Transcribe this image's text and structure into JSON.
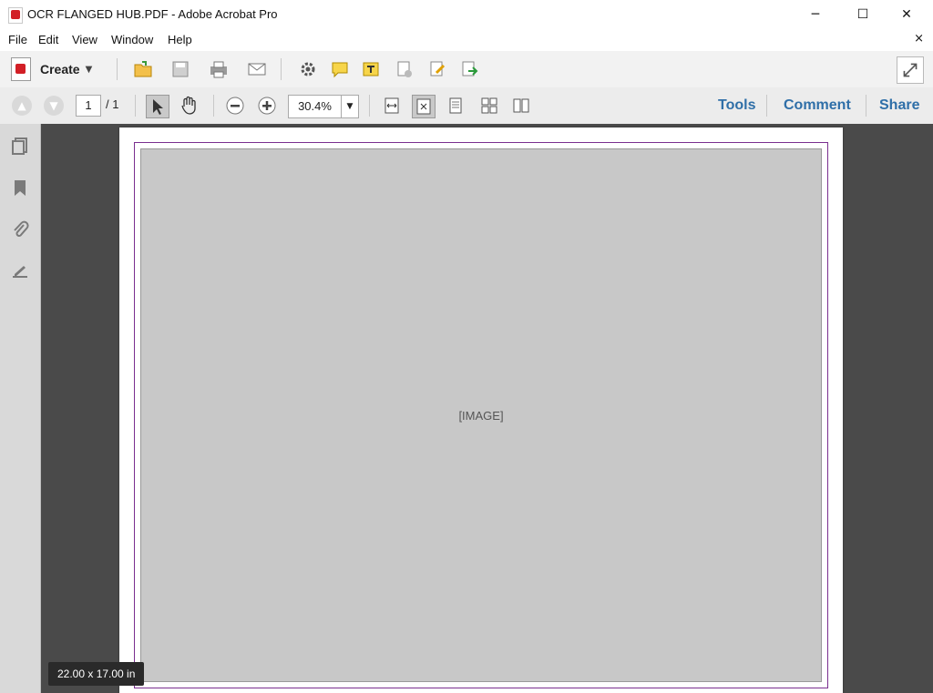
{
  "window": {
    "title": "OCR FLANGED HUB.PDF - Adobe Acrobat Pro",
    "minimize": "─",
    "maximize": "☐",
    "close": "✕"
  },
  "menu": {
    "items": [
      "File",
      "Edit",
      "View",
      "Window",
      "Help"
    ],
    "close": "×"
  },
  "toolbar": {
    "create_label": "Create",
    "create_caret": "▼"
  },
  "nav": {
    "page_current": "1",
    "page_total": "/ 1",
    "zoom": "30.4%",
    "zoom_caret": "▼"
  },
  "tabs": [
    "Tools",
    "Comment",
    "Share"
  ],
  "status": {
    "page_size_tooltip": "22.00 x 17.00 in"
  },
  "colors": {
    "accent": "#2f6fa8",
    "drawing_border": "#7a2f8f",
    "doc_background": "#4a4a4a"
  }
}
